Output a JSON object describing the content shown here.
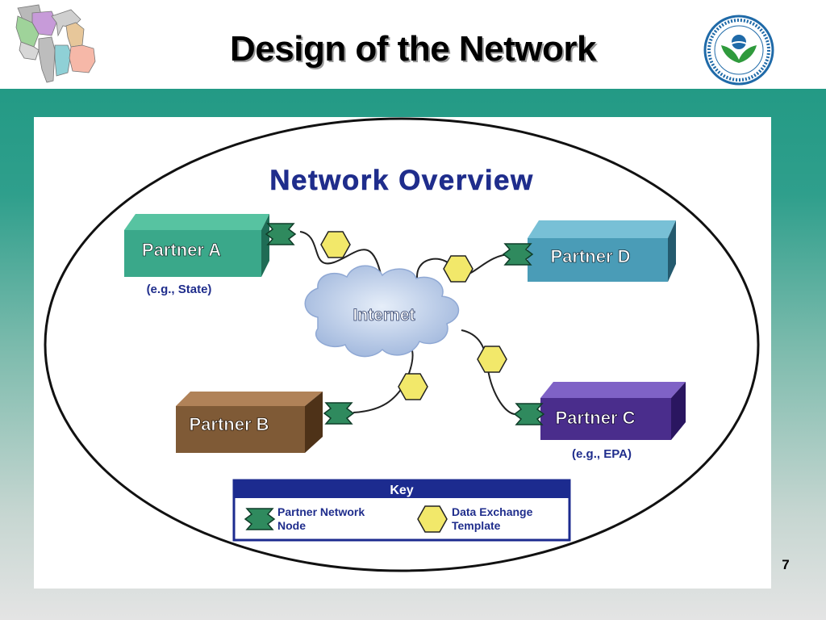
{
  "slide": {
    "title": "Design of the Network",
    "page_number": "7"
  },
  "diagram": {
    "title": "Network Overview",
    "cloud_label": "Internet",
    "partners": [
      {
        "label": "Partner A",
        "note": "(e.g., State)",
        "color": "#2e9a7a"
      },
      {
        "label": "Partner D",
        "note": "",
        "color": "#3d8fa6"
      },
      {
        "label": "Partner B",
        "note": "",
        "color": "#7a5230"
      },
      {
        "label": "Partner C",
        "note": "(e.g., EPA)",
        "color": "#4a2d8c"
      }
    ],
    "key": {
      "title": "Key",
      "node_label_line1": "Partner Network",
      "node_label_line2": "Node",
      "template_label_line1": "Data Exchange",
      "template_label_line2": "Template"
    },
    "colors": {
      "diagram_title": "#1f2d8c",
      "node": "#2f8a5e",
      "template": "#f2e86a",
      "key_header": "#1c2b8f",
      "band_top": "#239a85"
    },
    "icons": [
      "great-lakes-states-map-icon",
      "epa-seal-icon"
    ]
  }
}
